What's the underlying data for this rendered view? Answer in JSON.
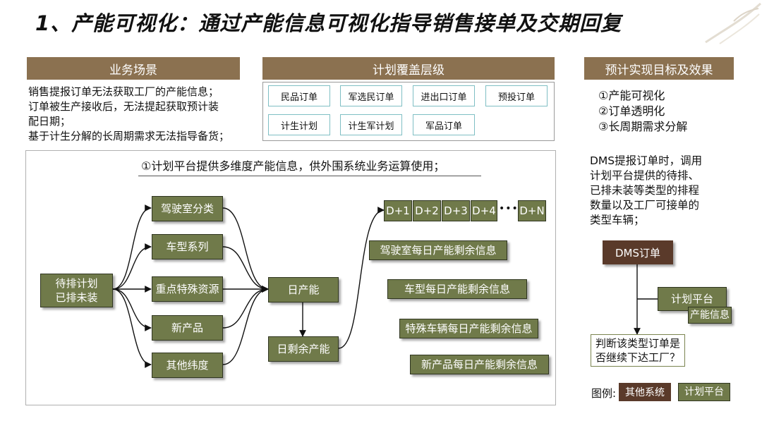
{
  "title": "1、产能可视化：通过产能信息可视化指导销售接单及交期回复",
  "sections": {
    "business": {
      "header": "业务场景",
      "lines": [
        "销售提报订单无法获取工厂的产能信息；",
        "订单被生产接收后，无法提起获取预计装",
        "配日期；",
        "基于计生分解的长周期需求无法指导备货；"
      ]
    },
    "coverage": {
      "header": "计划覆盖层级",
      "tags": [
        "民品订单",
        "军选民订单",
        "进出口订单",
        "预投订单",
        "计生计划",
        "计生军计划",
        "军品订单"
      ]
    },
    "goals": {
      "header": "预计实现目标及效果",
      "items": [
        "①产能可视化",
        "②订单透明化",
        "③长周期需求分解"
      ]
    }
  },
  "flow": {
    "heading": "①计划平台提供多维度产能信息，供外围系统业务运算使用；",
    "source": [
      "待排计划",
      "已排未装"
    ],
    "dimensions": [
      "驾驶室分类",
      "车型系列",
      "重点特殊资源",
      "新产品",
      "其他纬度"
    ],
    "daily_capacity": "日产能",
    "daily_remaining": "日剩余产能",
    "days": [
      "D+1",
      "D+2",
      "D+3",
      "D+4",
      "D+N"
    ],
    "ellipsis": "••••",
    "outputs": [
      "驾驶室每日产能剩余信息",
      "车型每日产能剩余信息",
      "特殊车辆每日产能剩余信息",
      "新产品每日产能剩余信息"
    ]
  },
  "dms": {
    "description": [
      "DMS提报订单时，调用",
      "计划平台提供的待排、",
      "已排未装等类型的排程",
      "数量以及工厂可接单的",
      "类型车辆；"
    ],
    "order": "DMS订单",
    "platform": "计划平台",
    "capacity_info": "产能信息",
    "decision": [
      "判断该类型订单是",
      "否继续下达工厂？"
    ]
  },
  "legend": {
    "label": "图例:",
    "other_system": "其他系统",
    "plan_platform": "计划平台"
  },
  "colors": {
    "header_brown": "#8b7150",
    "olive": "#707a4a",
    "dark_brown": "#5a3a2a",
    "tag_border": "#7fbfc4"
  }
}
